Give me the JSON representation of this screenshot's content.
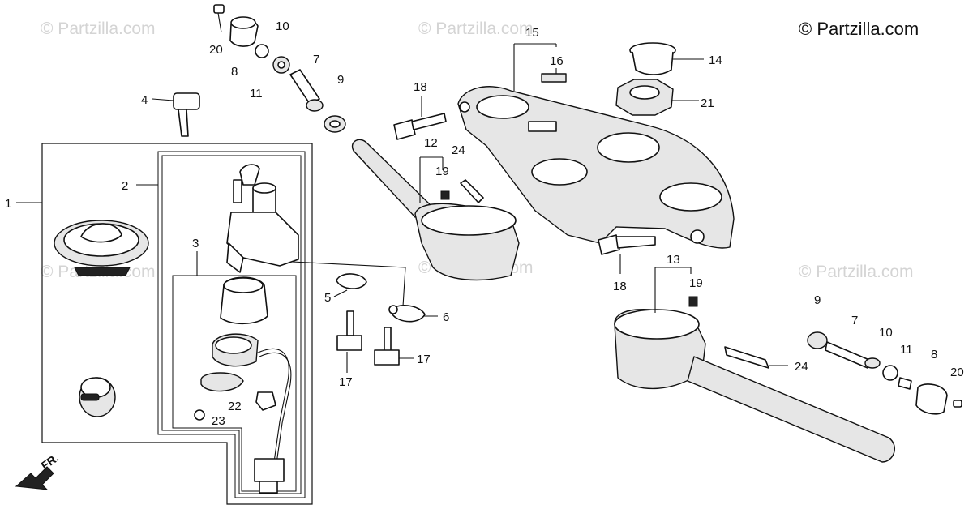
{
  "watermark": {
    "main": "© Partzilla.com",
    "faint": "© Partzilla.com"
  },
  "front_indicator": "FR.",
  "callouts": {
    "c1": "1",
    "c2": "2",
    "c3": "3",
    "c4": "4",
    "c5": "5",
    "c6": "6",
    "c7a": "7",
    "c7b": "7",
    "c8a": "8",
    "c8b": "8",
    "c9a": "9",
    "c9b": "9",
    "c10a": "10",
    "c10b": "10",
    "c11a": "11",
    "c11b": "11",
    "c12": "12",
    "c13": "13",
    "c14": "14",
    "c15": "15",
    "c16": "16",
    "c17a": "17",
    "c17b": "17",
    "c18a": "18",
    "c18b": "18",
    "c19a": "19",
    "c19b": "19",
    "c20a": "20",
    "c20b": "20",
    "c21": "21",
    "c22": "22",
    "c23": "23",
    "c24a": "24",
    "c24b": "24"
  },
  "icons": {
    "ignition": "ignition-switch-icon",
    "key": "key-icon",
    "top_bridge": "top-bridge-icon",
    "handlebar": "handlebar-icon",
    "front_arrow": "front-arrow-icon"
  }
}
